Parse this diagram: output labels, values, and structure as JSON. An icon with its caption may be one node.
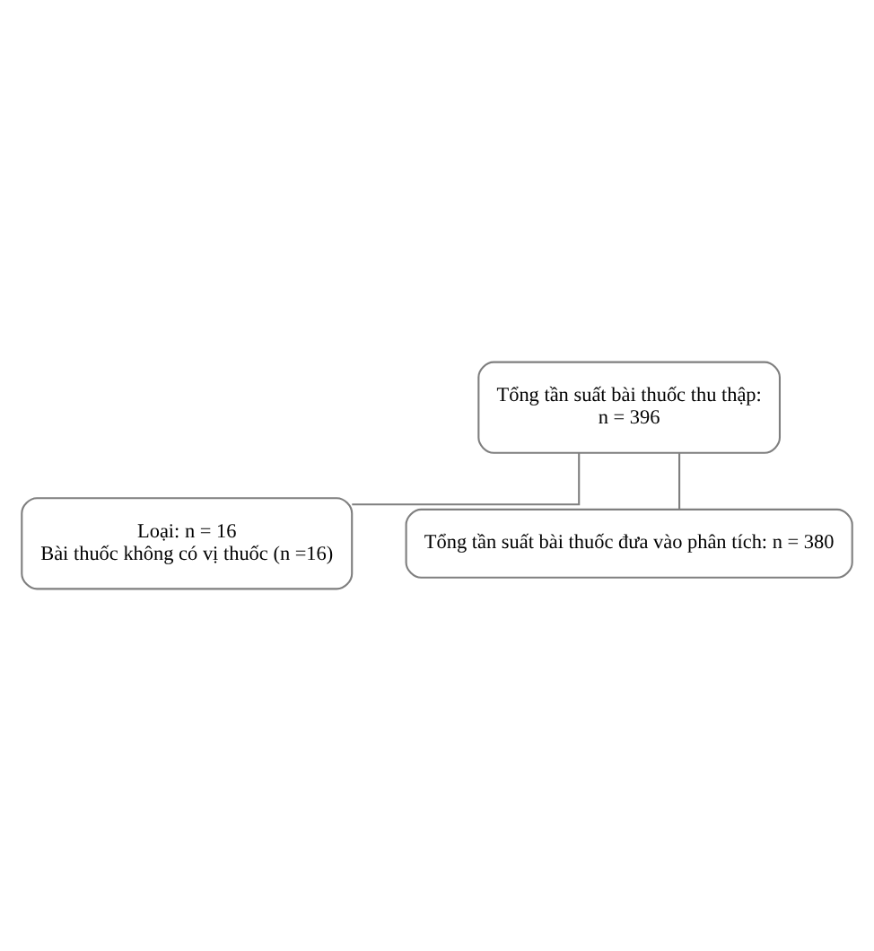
{
  "diagram": {
    "nodes": [
      {
        "text": [
          "Tổng tần suất bài thuốc thu thập:",
          "n = 396"
        ]
      },
      {
        "text": [
          "Loại: n = 16",
          "Bài thuốc không có vị thuốc (n =16)"
        ]
      },
      {
        "text": [
          "Tổng tần suất bài thuốc đưa vào phân tích: n = 380"
        ]
      }
    ],
    "edges": [
      {
        "from": 0,
        "to": 1,
        "arrow": "none"
      },
      {
        "from": 0,
        "to": 2,
        "arrow": "none"
      }
    ]
  }
}
